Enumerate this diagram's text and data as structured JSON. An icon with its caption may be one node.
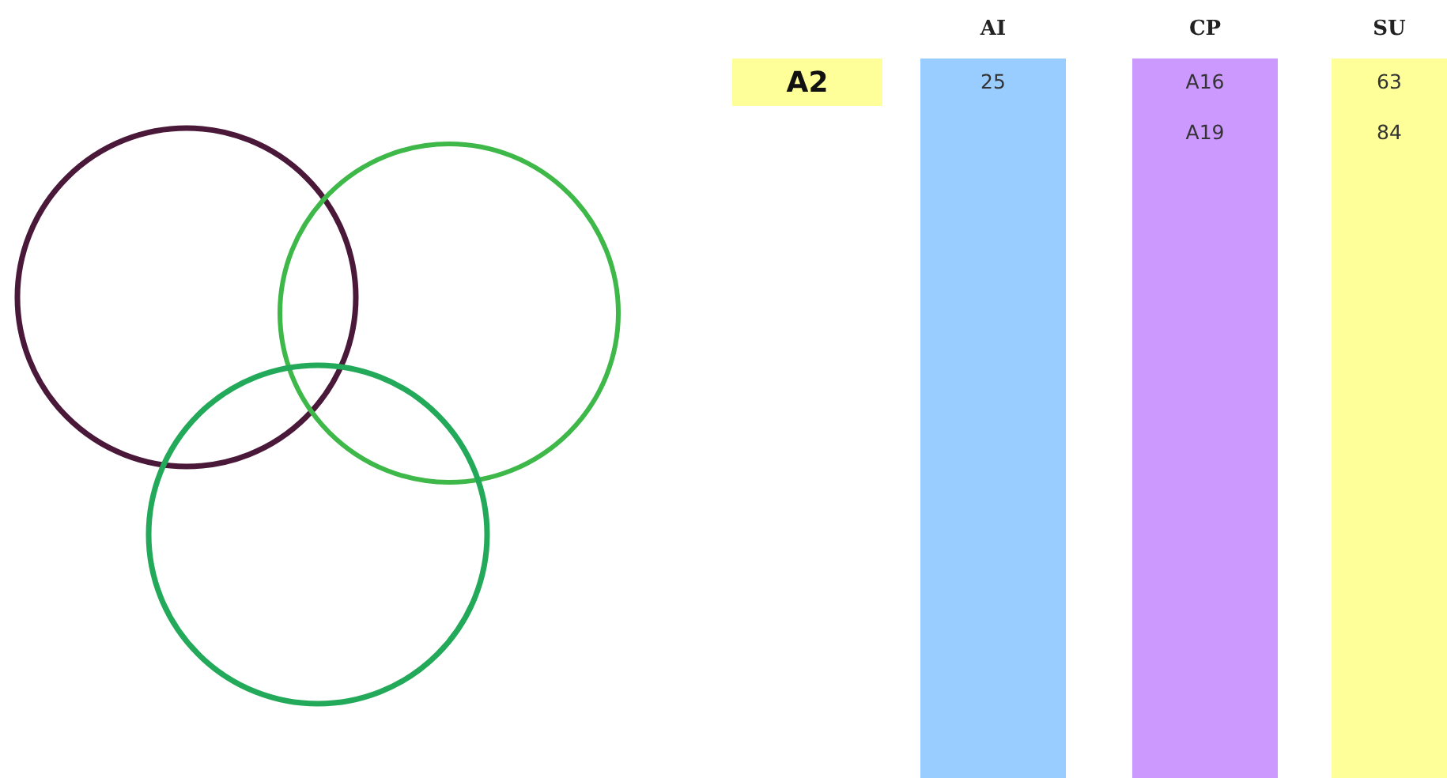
{
  "diagram": {
    "nodes": [
      {
        "text": [
          "AI",
          "25"
        ]
      },
      {
        "text": [
          "CP",
          "A16",
          "A19"
        ]
      },
      {
        "text": [
          "SU",
          "63",
          "84"
        ]
      },
      {
        "text": [
          "A2"
        ]
      }
    ]
  }
}
